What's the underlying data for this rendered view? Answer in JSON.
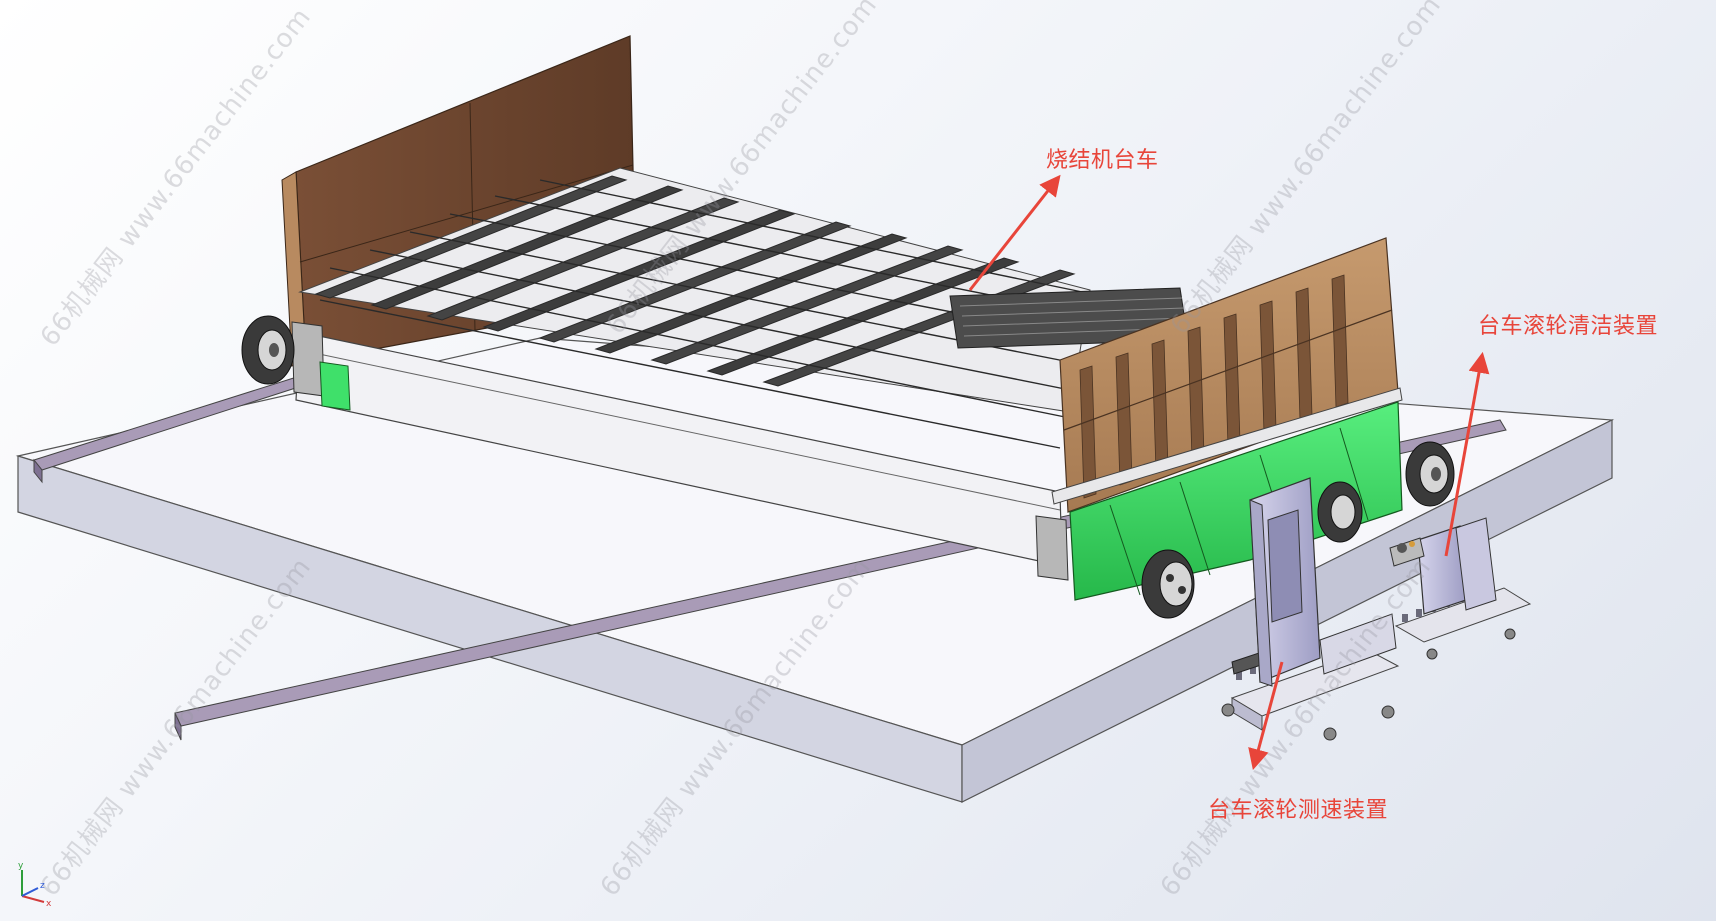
{
  "labels": {
    "sinter_pallet": "烧结机台车",
    "roller_cleaning_device": "台车滚轮清洁装置",
    "roller_speed_device": "台车滚轮测速装置"
  },
  "watermark": "66机械网 www.66machine.com",
  "triad": {
    "x": "x",
    "y": "y",
    "z": "z"
  },
  "colors": {
    "accent_red": "#e8453a",
    "side_board": "#6b4430",
    "side_board_light": "#b98d64",
    "green_frame": "#3fe06a",
    "grate_bar": "#3b3b3b",
    "base_top": "#f6f6fa",
    "base_side": "#d2d4e0",
    "rail": "#a89bb5",
    "device_body": "#b9b8d8"
  }
}
